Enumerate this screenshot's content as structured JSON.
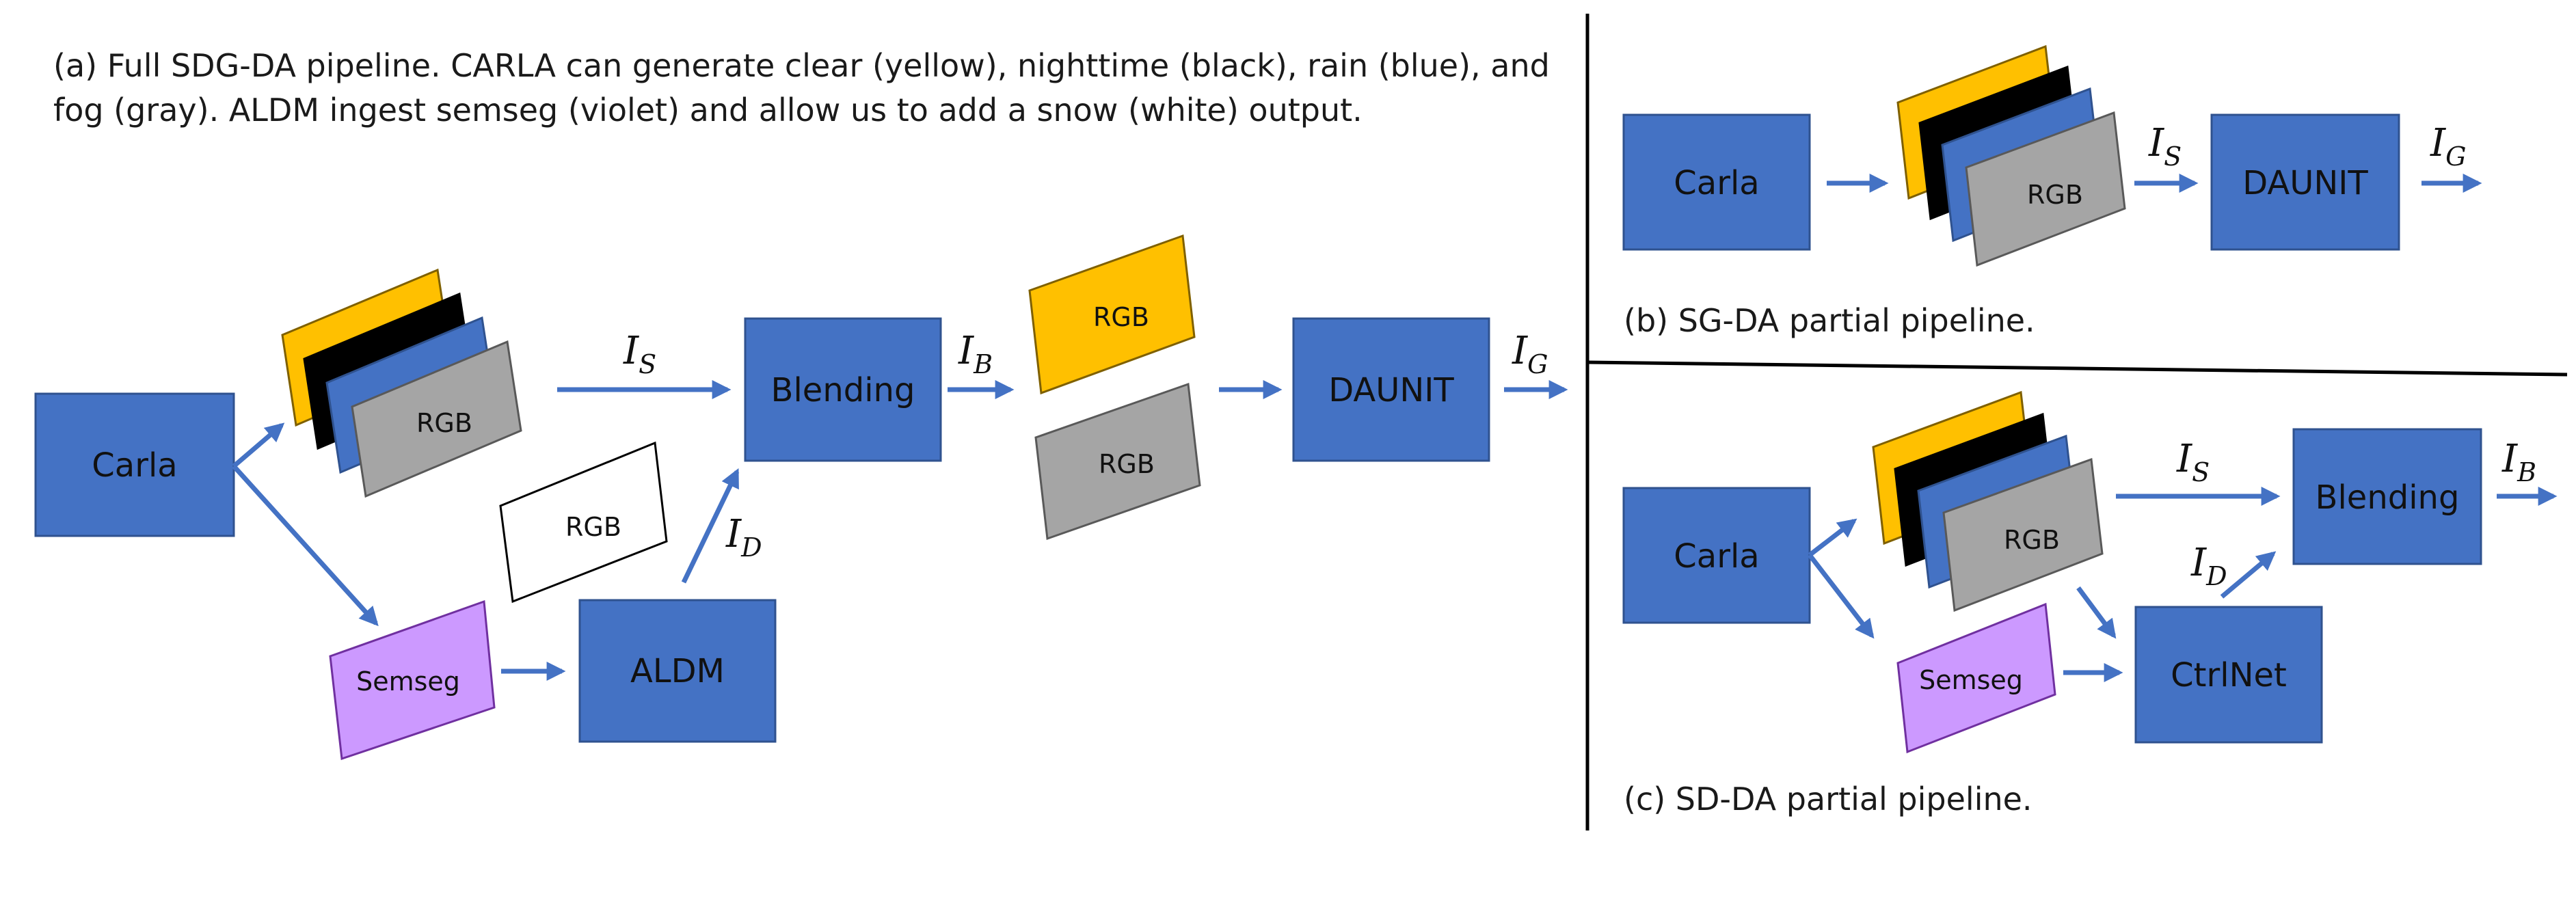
{
  "captions": {
    "a_line1": "(a) Full SDG-DA pipeline. CARLA can generate clear (yellow), nighttime (black), rain (blue), and",
    "a_line2": "fog (gray). ALDM ingest semseg (violet) and allow us to add a snow (white) output.",
    "b": "(b) SG-DA partial pipeline.",
    "c": "(c) SD-DA partial pipeline."
  },
  "boxes": {
    "carla": "Carla",
    "blending": "Blending",
    "daunit": "DAUNIT",
    "aldm": "ALDM",
    "ctrlnet": "CtrlNet"
  },
  "cards": {
    "rgb": "RGB",
    "semseg": "Semseg"
  },
  "signals": {
    "main": "I",
    "s": "S",
    "b": "B",
    "g": "G",
    "d": "D"
  },
  "colors": {
    "box_fill": "#4472c4",
    "box_stroke": "#2f528f",
    "arrow": "#4472c4",
    "clear_yellow": "#ffc000",
    "night_black": "#000000",
    "rain_blue": "#4472c4",
    "fog_gray": "#a5a5a5",
    "snow_white": "#ffffff",
    "semseg_violet": "#cc99ff",
    "semseg_stroke": "#7030a0",
    "divider": "#000000"
  }
}
